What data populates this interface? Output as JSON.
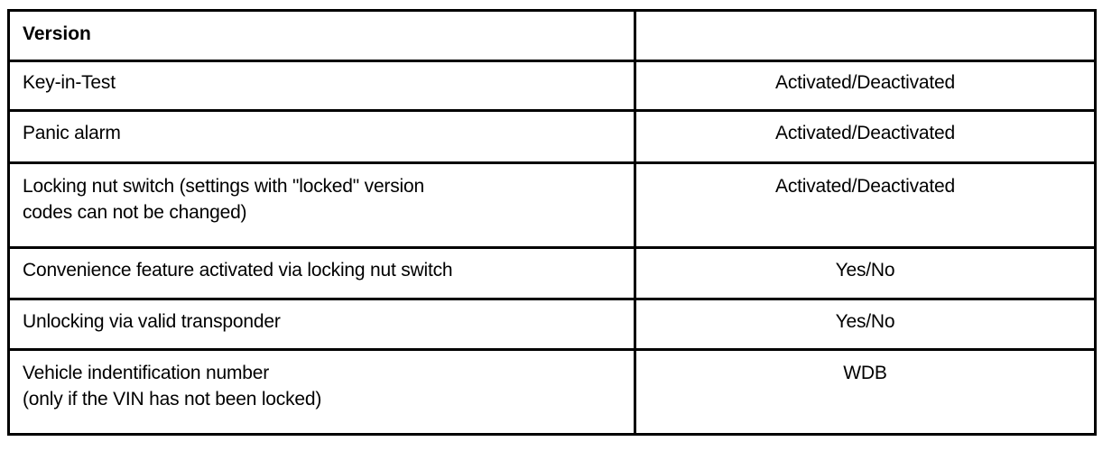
{
  "table": {
    "columns": [
      {
        "key": "label",
        "header": "Version",
        "align": "left",
        "bold": true
      },
      {
        "key": "value",
        "header": "",
        "align": "center",
        "bold": false
      }
    ],
    "rows": [
      {
        "label": "Key-in-Test",
        "value": "Activated/Deactivated",
        "lines": 1
      },
      {
        "label": "Panic alarm",
        "value": "Activated/Deactivated",
        "lines": 1
      },
      {
        "label": "Locking nut switch (settings with \"locked\"  version\ncodes can not be changed)",
        "value": "Activated/Deactivated",
        "lines": 2
      },
      {
        "label": "Convenience feature activated via locking nut switch",
        "value": "Yes/No",
        "lines": 1
      },
      {
        "label": "Unlocking via valid transponder",
        "value": "Yes/No",
        "lines": 1
      },
      {
        "label": "Vehicle indentification number\n(only if the VIN has not been locked)",
        "value": "WDB",
        "lines": 2
      }
    ]
  },
  "style": {
    "border_color": "#000000",
    "background_color": "#ffffff",
    "text_color": "#000000"
  }
}
